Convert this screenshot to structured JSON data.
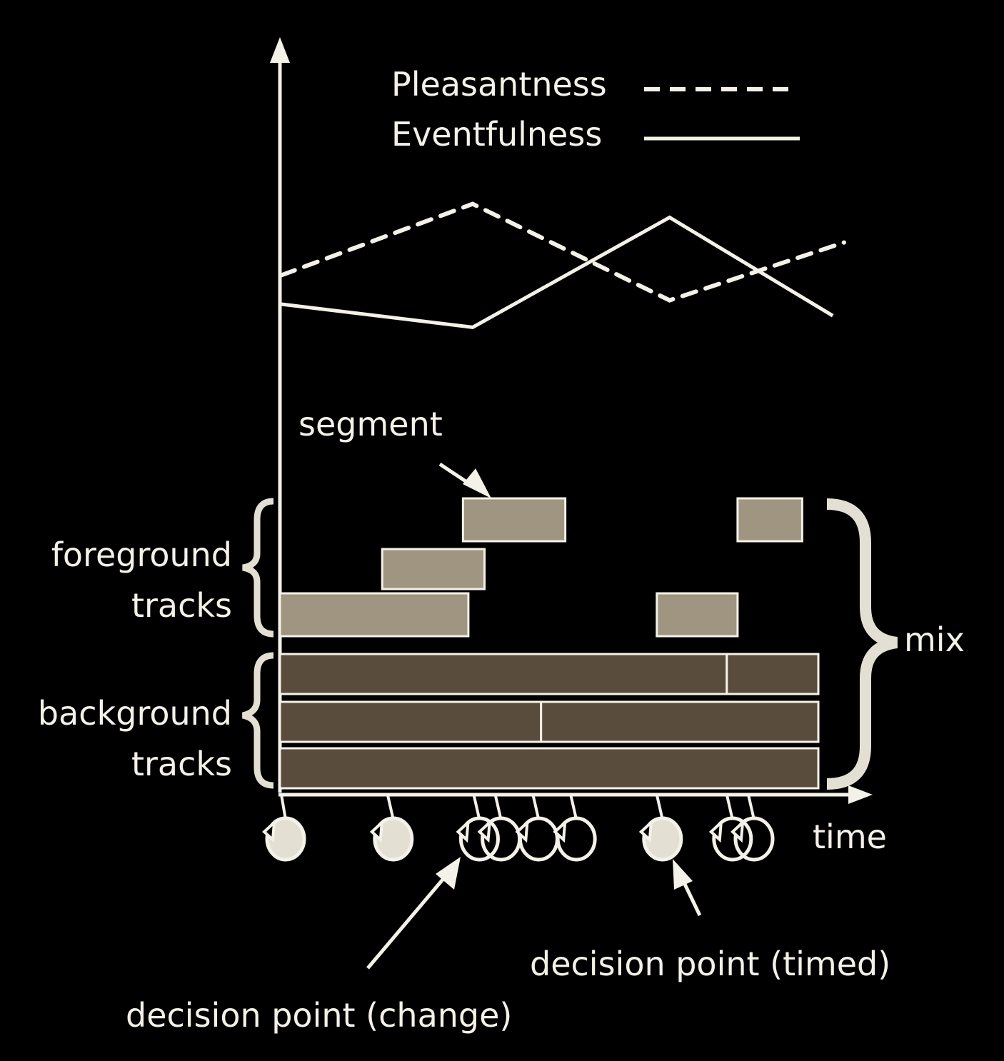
{
  "legend": {
    "pleasantness": "Pleasantness",
    "eventfulness": "Eventfulness"
  },
  "labels": {
    "segment": "segment",
    "foreground_1": "foreground",
    "foreground_2": "tracks",
    "background_1": "background",
    "background_2": "tracks",
    "mix": "mix",
    "time": "time",
    "decision_change": "decision point (change)",
    "decision_timed": "decision point (timed)"
  },
  "colors": {
    "background": "#000000",
    "stroke": "#f3f1e8",
    "foreground_segment": "#a09581",
    "background_segment": "#5a4c3d",
    "timed_point": "#e3e0d3"
  },
  "series": {
    "pleasantness": [
      [
        0,
        0.35
      ],
      [
        0.34,
        0.72
      ],
      [
        0.69,
        0.22
      ],
      [
        1.0,
        0.52
      ]
    ],
    "eventfulness": [
      [
        0,
        0.2
      ],
      [
        0.34,
        0.08
      ],
      [
        0.69,
        0.65
      ],
      [
        0.98,
        0.14
      ]
    ]
  },
  "foreground_segments": [
    {
      "track": 2,
      "start": 0.34,
      "end": 0.53
    },
    {
      "track": 2,
      "start": 0.85,
      "end": 0.97
    },
    {
      "track": 1,
      "start": 0.19,
      "end": 0.38
    },
    {
      "track": 0,
      "start": 0.0,
      "end": 0.35
    },
    {
      "track": 0,
      "start": 0.7,
      "end": 0.85
    }
  ],
  "background_tracks": [
    {
      "boundaries": [
        0.0,
        0.83,
        1.0
      ]
    },
    {
      "boundaries": [
        0.0,
        0.485,
        1.0
      ]
    },
    {
      "boundaries": [
        0.0,
        1.0
      ]
    }
  ],
  "decision_points": [
    {
      "t": 0.0,
      "type": "timed"
    },
    {
      "t": 0.2,
      "type": "timed"
    },
    {
      "t": 0.36,
      "type": "change"
    },
    {
      "t": 0.4,
      "type": "change"
    },
    {
      "t": 0.47,
      "type": "change"
    },
    {
      "t": 0.54,
      "type": "change"
    },
    {
      "t": 0.7,
      "type": "timed"
    },
    {
      "t": 0.83,
      "type": "change"
    },
    {
      "t": 0.87,
      "type": "change"
    }
  ]
}
